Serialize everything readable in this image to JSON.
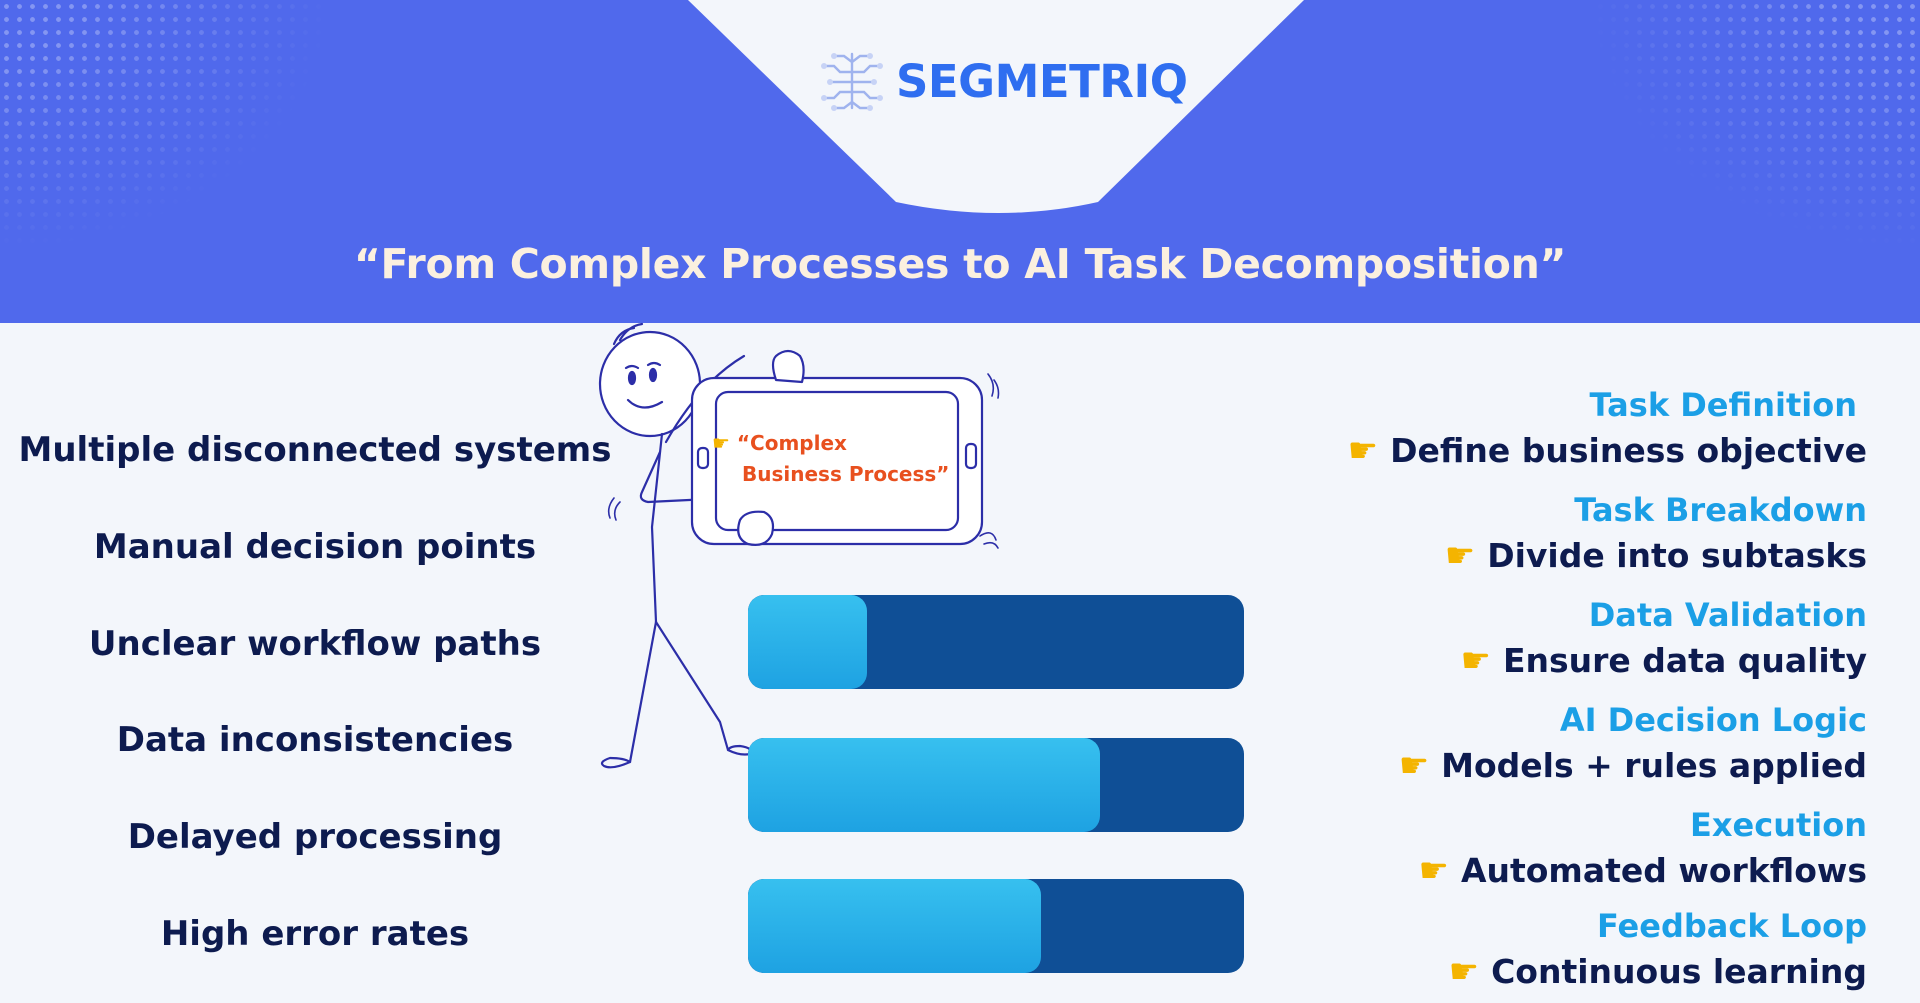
{
  "brand": {
    "name": "SEGMETRIQ"
  },
  "title": "“From Complex Processes to AI Task Decomposition”",
  "sign": {
    "line1": "“Complex",
    "line2": "Business Process”"
  },
  "problems": [
    {
      "label": "Multiple disconnected systems"
    },
    {
      "label": "Manual decision points"
    },
    {
      "label": "Unclear workflow paths"
    },
    {
      "label": "Data inconsistencies"
    },
    {
      "label": "Delayed processing"
    },
    {
      "label": "High error rates"
    }
  ],
  "bars": [
    {
      "fill_fraction": 0.24
    },
    {
      "fill_fraction": 0.71
    },
    {
      "fill_fraction": 0.59
    }
  ],
  "steps": [
    {
      "title": "Task Definition",
      "description": "Define business objective"
    },
    {
      "title": "Task Breakdown",
      "description": "Divide into subtasks"
    },
    {
      "title": "Data Validation",
      "description": "Ensure data quality"
    },
    {
      "title": "AI Decision Logic",
      "description": "Models + rules applied"
    },
    {
      "title": "Execution",
      "description": "Automated workflows"
    },
    {
      "title": "Feedback Loop",
      "description": "Continuous learning"
    }
  ],
  "icons": {
    "pointer": "pointing-right-hand-icon",
    "logo": "circuit-brain-icon"
  },
  "colors": {
    "header_bg": "#5069ec",
    "page_bg": "#f3f6fb",
    "title_text": "#fbf0df",
    "brand_blue": "#2f6ef0",
    "dark_text": "#0d1b4f",
    "step_title": "#1b9fe6",
    "sign_text": "#e8501f",
    "bar_track": "#0f4f96",
    "bar_fill": "#2bb3ec",
    "figure_stroke": "#2c2ea8"
  }
}
